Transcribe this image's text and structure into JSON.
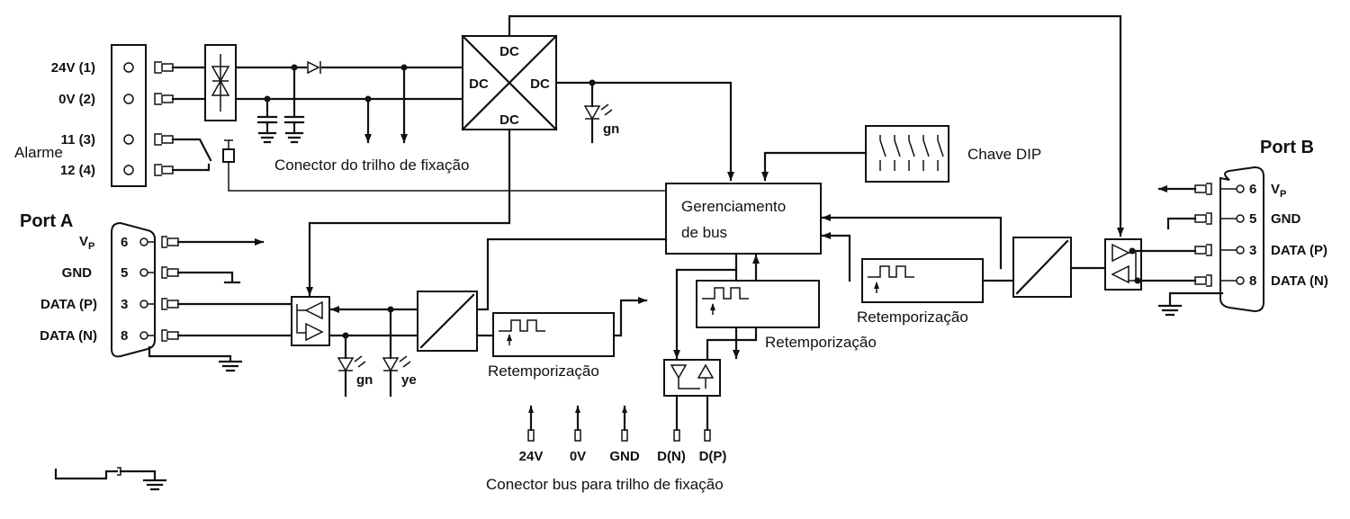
{
  "supply_terminals": [
    "24V (1)",
    "0V (2)",
    "11 (3)",
    "12 (4)"
  ],
  "alarm_label": "Alarme",
  "rail_connector_label": "Conector do trilho de fixação",
  "converter": {
    "top": "DC",
    "left": "DC",
    "right": "DC",
    "bottom": "DC"
  },
  "led_labels": {
    "power": "gn",
    "port_a_green": "gn",
    "port_a_yellow": "ye"
  },
  "dip_switch_label": "Chave DIP",
  "bus_management": {
    "line1": "Gerenciamento",
    "line2": "de bus"
  },
  "retiming_label": "Retemporização",
  "port_a": {
    "title": "Port A",
    "pins": [
      {
        "signal": "V",
        "sub": "P",
        "pin": "6"
      },
      {
        "signal": "GND",
        "pin": "5"
      },
      {
        "signal": "DATA (P)",
        "pin": "3"
      },
      {
        "signal": "DATA (N)",
        "pin": "8"
      }
    ]
  },
  "port_b": {
    "title": "Port B",
    "pins": [
      {
        "signal": "V",
        "sub": "P",
        "pin": "6"
      },
      {
        "signal": "GND",
        "pin": "5"
      },
      {
        "signal": "DATA (P)",
        "pin": "3"
      },
      {
        "signal": "DATA (N)",
        "pin": "8"
      }
    ]
  },
  "bus_connector": {
    "pins": [
      "24V",
      "0V",
      "GND",
      "D(N)",
      "D(P)"
    ],
    "label": "Conector bus para trilho de fixação"
  }
}
